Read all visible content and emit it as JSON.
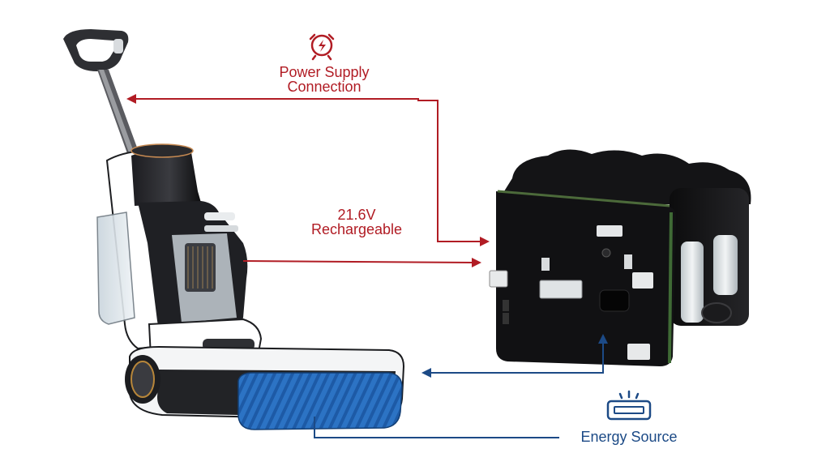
{
  "labels": {
    "power_supply": [
      "Power Supply",
      "Connection"
    ],
    "voltage": [
      "21.6V",
      "Rechargeable"
    ],
    "energy_source": "Energy Source"
  },
  "icons": {
    "power": "power-alarm-icon",
    "energy": "battery-signal-icon"
  },
  "colors": {
    "red": "#b11c24",
    "blue": "#1c4a86",
    "accent_blue": "#2f6fc1"
  }
}
